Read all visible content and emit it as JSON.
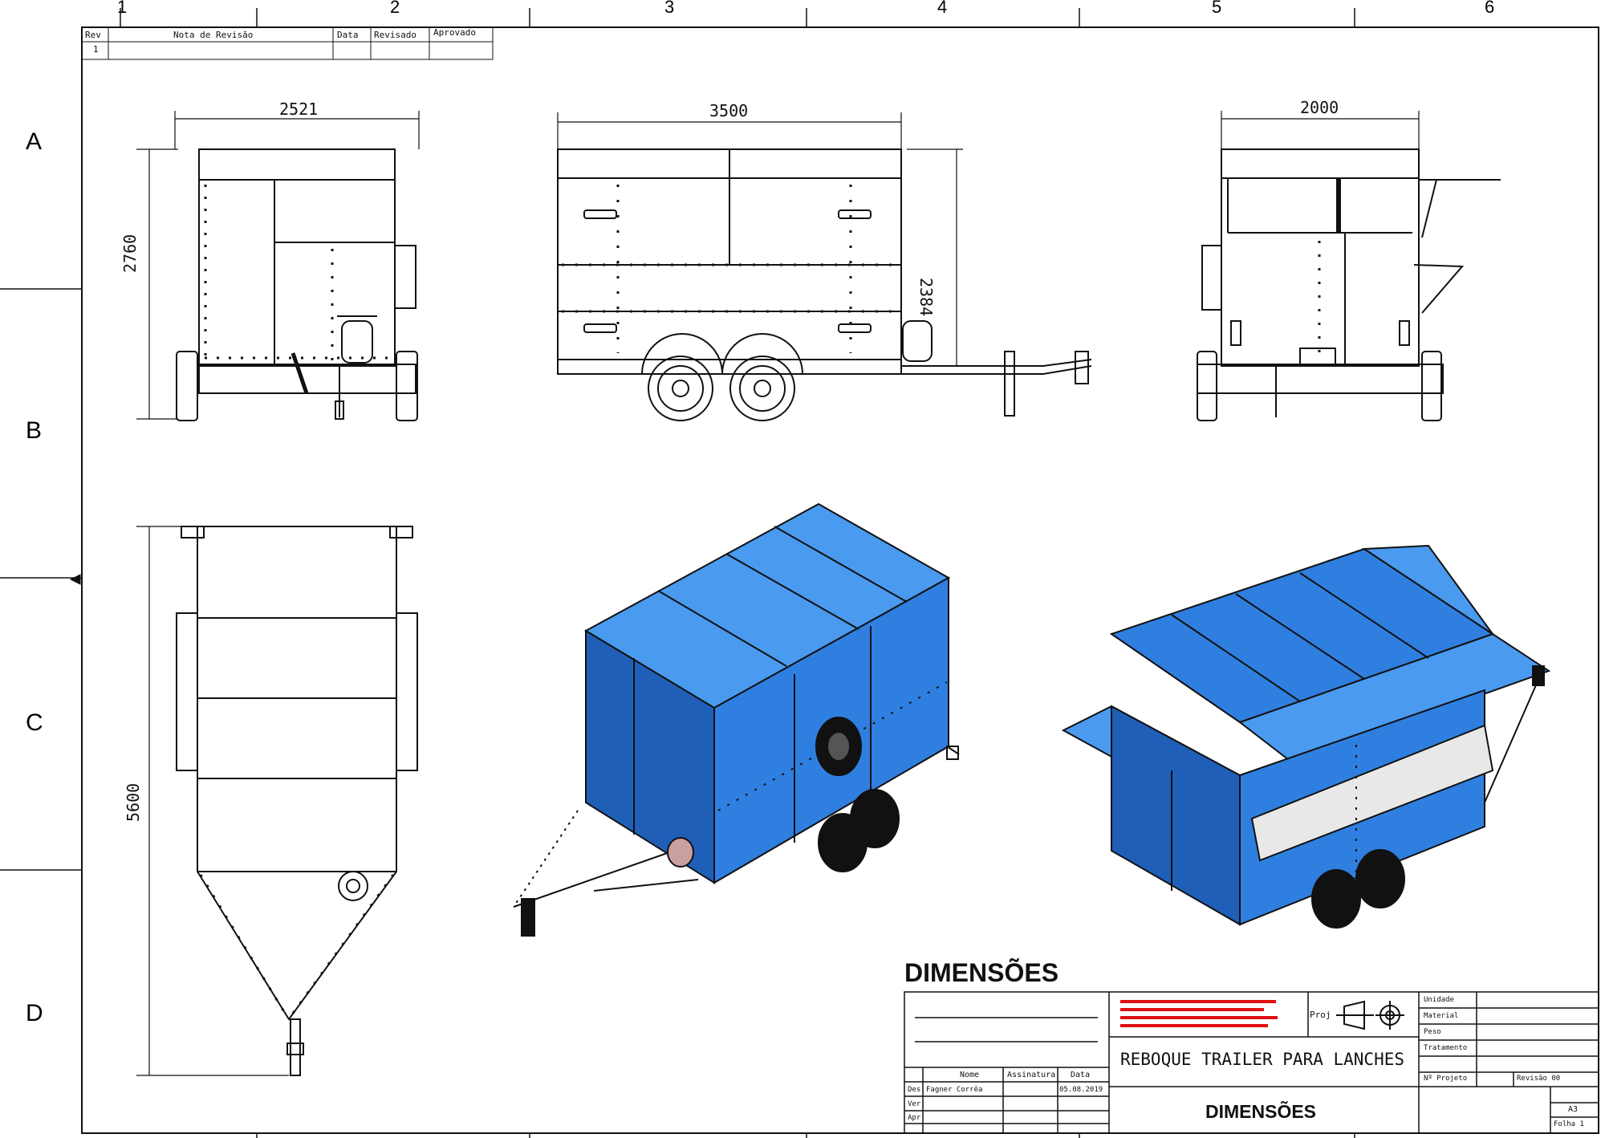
{
  "sheet": {
    "column_labels": [
      "1",
      "2",
      "3",
      "4",
      "5",
      "6"
    ],
    "row_labels": [
      "A",
      "B",
      "C",
      "D"
    ]
  },
  "revision_table": {
    "headers": [
      "Rev",
      "Nota de Revisão",
      "Data",
      "Revisado",
      "Aprovado"
    ],
    "rows": [
      [
        "1",
        "",
        "",
        "",
        ""
      ]
    ]
  },
  "dimensions": {
    "front_width": "2521",
    "front_height": "2760",
    "side_length": "3500",
    "side_height": "2384",
    "rear_width": "2000",
    "top_length": "5600"
  },
  "section_title": "DIMENSÕES",
  "title_block": {
    "drawing_title": "REBOQUE TRAILER PARA LANCHES",
    "sheet_name": "DIMENSÕES",
    "projection_label": "Proj",
    "sign_headers": [
      "Nome",
      "Assinatura",
      "Data"
    ],
    "sign_rows": [
      {
        "role": "Des",
        "name": "Fagner Corrêa",
        "date": "05.08.2019"
      },
      {
        "role": "Ver",
        "name": "",
        "date": ""
      },
      {
        "role": "Apr",
        "name": "",
        "date": ""
      }
    ],
    "right_labels": [
      "Unidade",
      "Material",
      "Peso",
      "Tratamento",
      "Nº Projeto"
    ],
    "revision_label": "Revisão 00",
    "size": "A3",
    "page_label": "Folha 1"
  },
  "colors": {
    "line": "#111111",
    "blue_body": "#2f7fe0",
    "blue_dark": "#1f5fb8",
    "blue_light": "#4a9af0",
    "warning_red": "#e01010"
  }
}
